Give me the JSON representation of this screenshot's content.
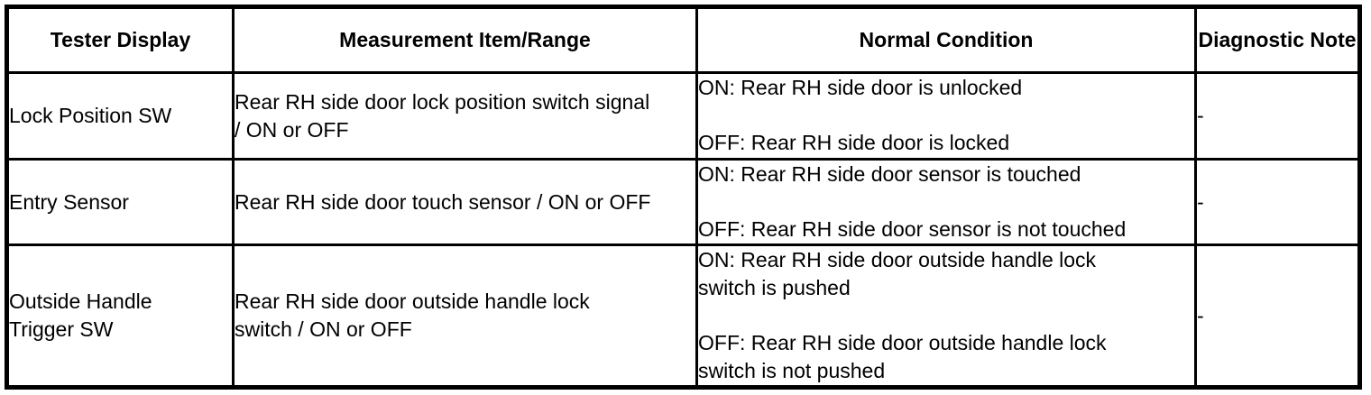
{
  "page": {
    "background_color": "#ffffff",
    "border_color": "#000000",
    "text_color": "#000000"
  },
  "table": {
    "columns": [
      {
        "id": "tester_display",
        "label": "Tester Display"
      },
      {
        "id": "measurement_item_range",
        "label": "Measurement Item/Range"
      },
      {
        "id": "normal_condition",
        "label": "Normal Condition"
      },
      {
        "id": "diagnostic_note",
        "label": "Diagnostic Note"
      }
    ],
    "rows": [
      {
        "tester_display": "Lock Position SW",
        "measurement_item_range": "Rear RH side door lock position switch signal\n/ ON or OFF",
        "normal_condition_on": "ON: Rear RH side door is unlocked",
        "normal_condition_off": "OFF: Rear RH side door is locked",
        "diagnostic_note": "-"
      },
      {
        "tester_display": "Entry Sensor",
        "measurement_item_range": "Rear RH side door touch sensor / ON or OFF",
        "normal_condition_on": "ON: Rear RH side door sensor is touched",
        "normal_condition_off": "OFF: Rear RH side door sensor is not touched",
        "diagnostic_note": "-"
      },
      {
        "tester_display": "Outside Handle\nTrigger SW",
        "measurement_item_range": "Rear RH side door outside handle lock\nswitch / ON or OFF",
        "normal_condition_on": "ON: Rear RH side door outside handle lock\nswitch is pushed",
        "normal_condition_off": "OFF: Rear RH side door outside handle lock\nswitch is not pushed",
        "diagnostic_note": "-"
      }
    ]
  }
}
